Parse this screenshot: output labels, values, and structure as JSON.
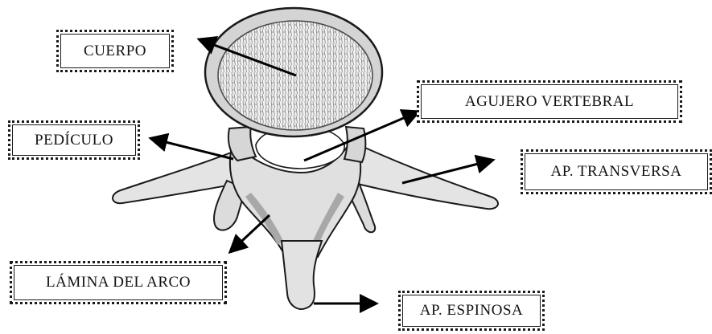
{
  "labels": {
    "cuerpo": "CUERPO",
    "agujero_vertebral": "AGUJERO VERTEBRAL",
    "pediculo": "PEDÍCULO",
    "ap_transversa": "AP. TRANSVERSA",
    "lamina_del_arco": "LÁMINA DEL ARCO",
    "ap_espinosa": "AP. ESPINOSA"
  },
  "colors": {
    "bone_fill": "#e6e6e6",
    "bone_shadow": "#9a9a9a",
    "outline": "#1a1a1a",
    "arrow": "#000000"
  }
}
